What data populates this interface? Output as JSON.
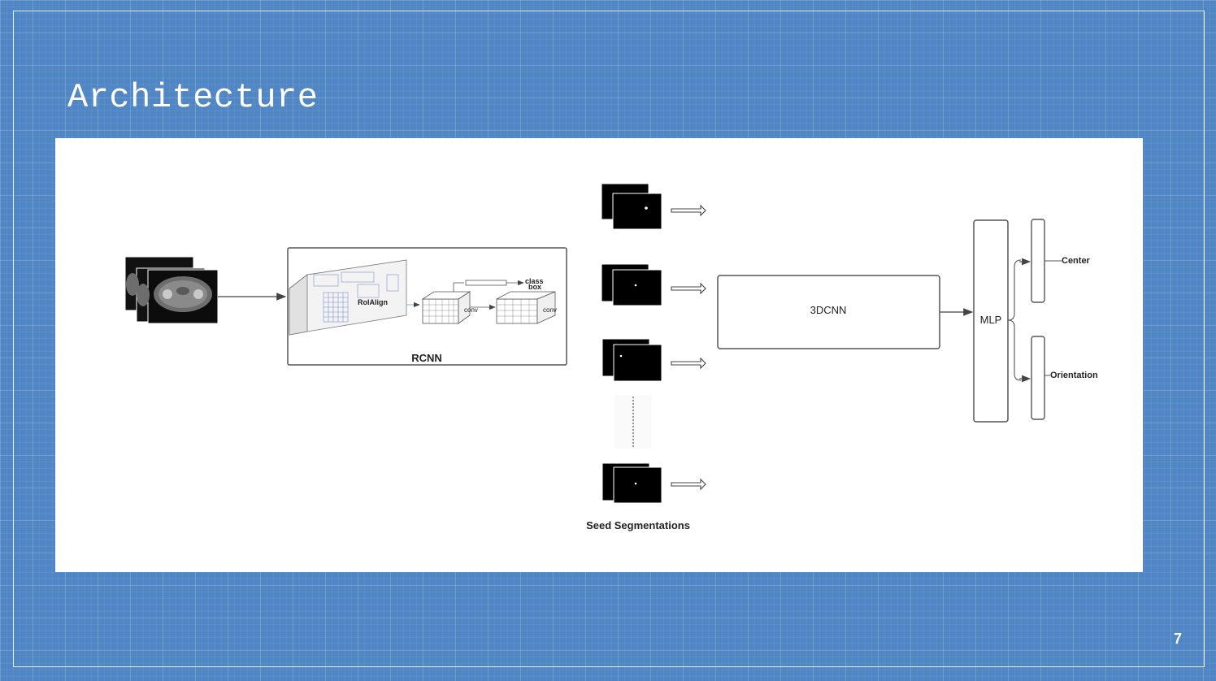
{
  "slide": {
    "title": "Architecture",
    "page_number": "7"
  },
  "diagram": {
    "rcnn": {
      "label": "RCNN",
      "roialign_label": "RoIAlign",
      "class_label": "class",
      "box_label": "box",
      "conv_label": "conv"
    },
    "seed_label": "Seed Segmentations",
    "cnn3d_label": "3DCNN",
    "mlp_label": "MLP",
    "outputs": {
      "center": "Center",
      "orientation": "Orientation"
    }
  },
  "colors": {
    "background": "#4f86c3",
    "canvas": "#ffffff",
    "stroke": "#555555"
  }
}
